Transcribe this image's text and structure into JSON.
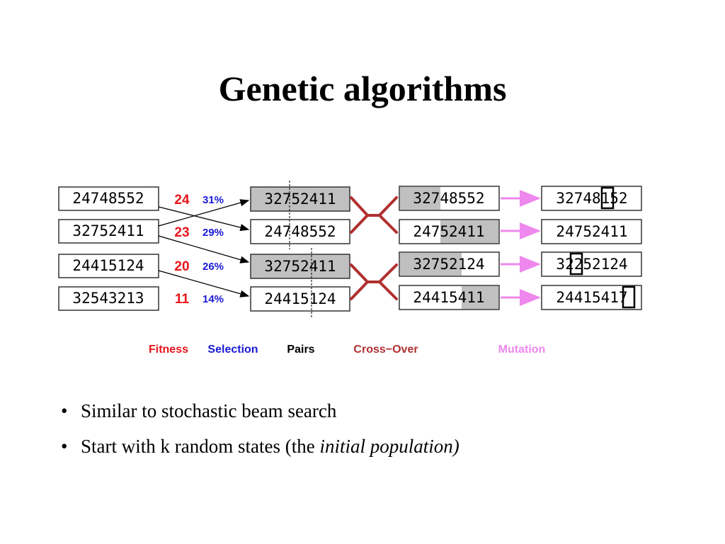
{
  "title": "Genetic algorithms",
  "diagram": {
    "initial": [
      "24748552",
      "32752411",
      "24415124",
      "32543213"
    ],
    "fitness": [
      "24",
      "23",
      "20",
      "11"
    ],
    "selection": [
      "31%",
      "29%",
      "26%",
      "14%"
    ],
    "pairs": [
      "32752411",
      "24748552",
      "32752411",
      "24415124"
    ],
    "crossover": [
      "32748552",
      "24752411",
      "32752124",
      "24415411"
    ],
    "mutation": [
      "32748152",
      "24752411",
      "32252124",
      "24415417"
    ],
    "labels": {
      "fitness": "Fitness",
      "selection": "Selection",
      "pairs": "Pairs",
      "crossover": "Cross−Over",
      "mutation": "Mutation"
    },
    "colors": {
      "fitness": "#e8141a",
      "selection": "#1a1ad6",
      "crossover": "#b03030",
      "mutation": "#ee88ee",
      "shade": "#c0c0c0"
    }
  },
  "bullets": {
    "b1": "Similar to stochastic beam search",
    "b2_prefix": "Start with k random states (the ",
    "b2_italic": "initial population)"
  }
}
